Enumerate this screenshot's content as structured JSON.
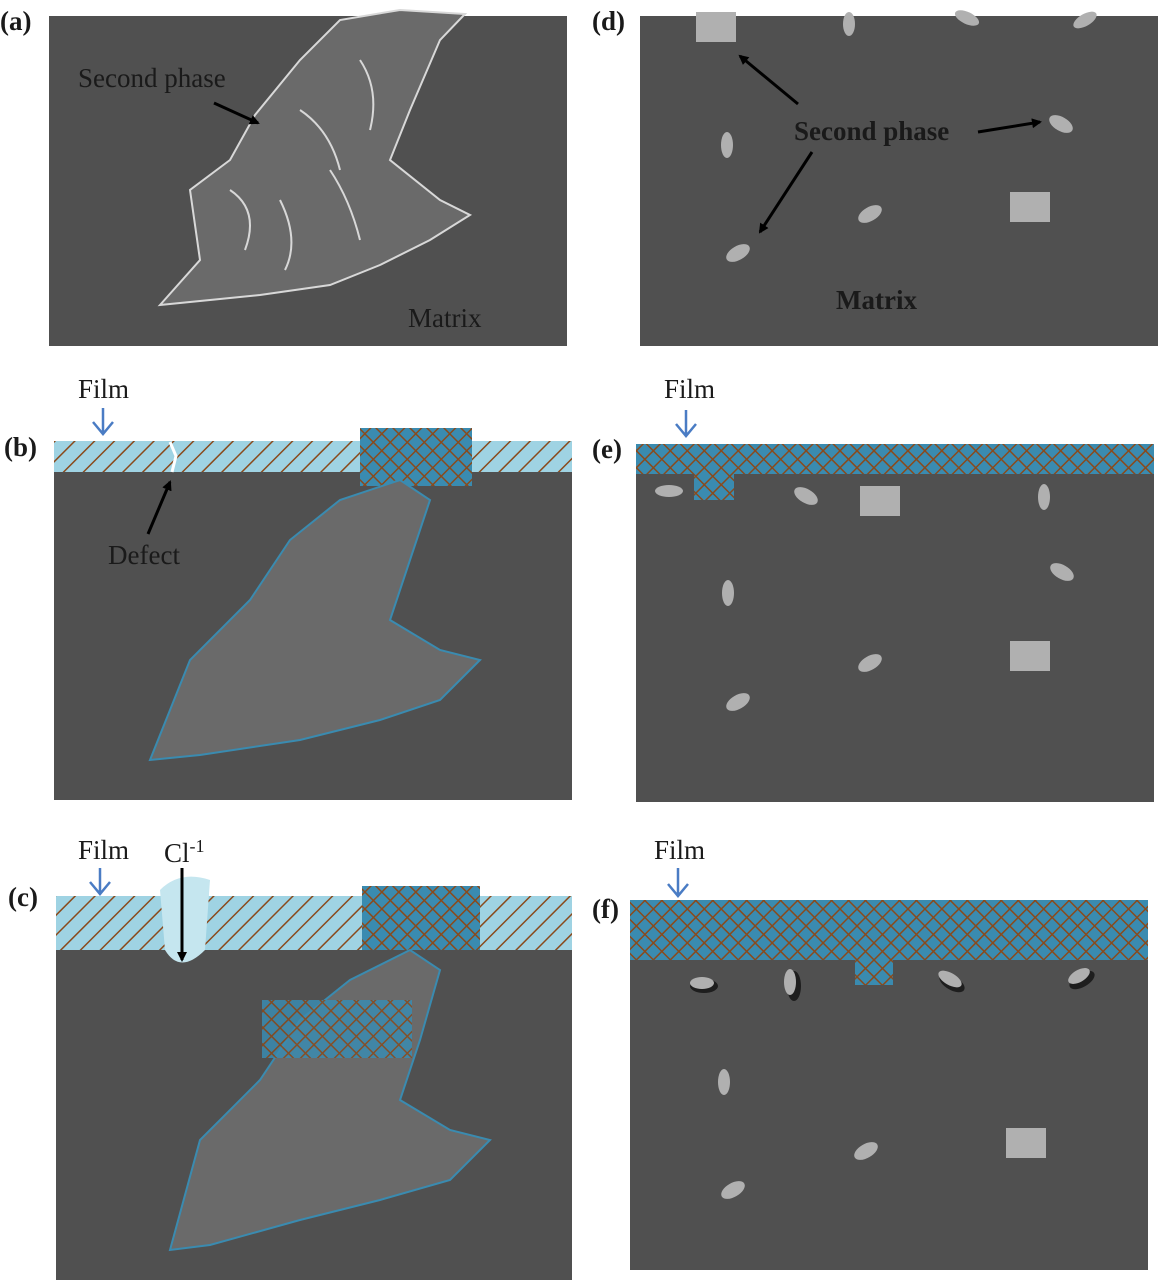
{
  "panels": {
    "a": {
      "label": "(a)",
      "second_phase": "Second phase",
      "matrix": "Matrix"
    },
    "b": {
      "label": "(b)",
      "film": "Film",
      "defect": "Defect"
    },
    "c": {
      "label": "(c)",
      "film": "Film",
      "chloride": "Cl",
      "chloride_sup": "-1"
    },
    "d": {
      "label": "(d)",
      "second_phase": "Second phase",
      "matrix": "Matrix"
    },
    "e": {
      "label": "(e)",
      "film": "Film"
    },
    "f": {
      "label": "(f)",
      "film": "Film"
    }
  },
  "colors": {
    "matrix": "#505050",
    "second_phase": "#b0b0b0",
    "film_light": "#9fd3e3",
    "film_hatch": "#8a4a1c",
    "interface_blue": "#3a8bb0",
    "film_arrow": "#4a7cc4"
  }
}
